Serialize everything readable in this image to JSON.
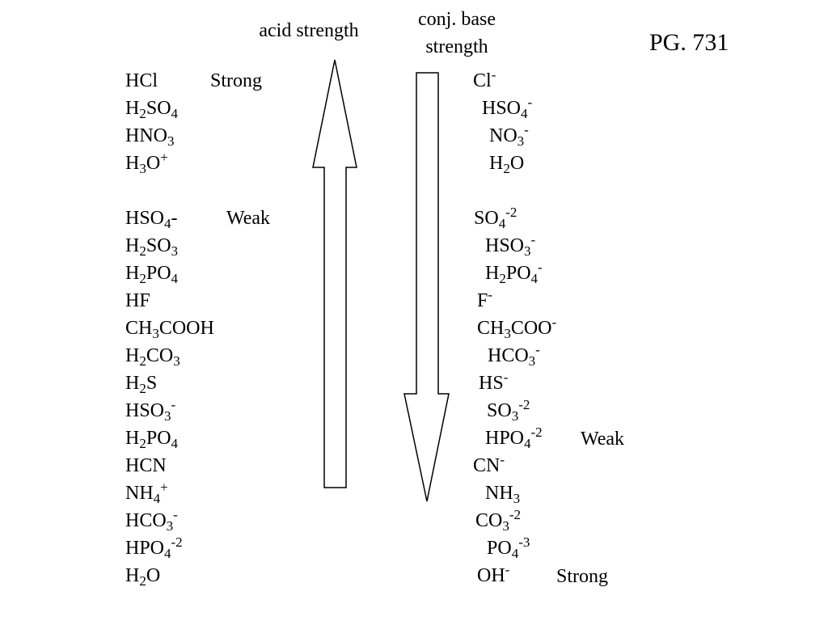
{
  "header": {
    "acid_label": "acid strength",
    "base_label_line1": "conj. base",
    "base_label_line2": "strength",
    "page_ref": "PG. 731"
  },
  "labels": {
    "acid_strong": "Strong",
    "acid_weak": "Weak",
    "base_weak": "Weak",
    "base_strong": "Strong"
  },
  "acids": [
    {
      "name": "hcl",
      "parts": [
        [
          "HCl",
          ""
        ]
      ]
    },
    {
      "name": "h2so4",
      "parts": [
        [
          "H",
          ""
        ],
        [
          "2",
          "sub"
        ],
        [
          "SO",
          ""
        ],
        [
          "4",
          "sub"
        ]
      ]
    },
    {
      "name": "hno3",
      "parts": [
        [
          "HNO",
          ""
        ],
        [
          "3",
          "sub"
        ]
      ]
    },
    {
      "name": "h3o-plus",
      "parts": [
        [
          "H",
          ""
        ],
        [
          "3",
          "sub"
        ],
        [
          "O",
          ""
        ],
        [
          "+",
          "sup"
        ]
      ]
    },
    {
      "name": "hso4-minus",
      "parts": [
        [
          "HSO",
          ""
        ],
        [
          "4",
          "sub"
        ],
        [
          "-",
          ""
        ]
      ]
    },
    {
      "name": "h2so3",
      "parts": [
        [
          "H",
          ""
        ],
        [
          "2",
          "sub"
        ],
        [
          "SO",
          ""
        ],
        [
          "3",
          "sub"
        ]
      ]
    },
    {
      "name": "h2po4",
      "parts": [
        [
          "H",
          ""
        ],
        [
          "2",
          "sub"
        ],
        [
          "PO",
          ""
        ],
        [
          "4",
          "sub"
        ]
      ]
    },
    {
      "name": "hf",
      "parts": [
        [
          "HF",
          ""
        ]
      ]
    },
    {
      "name": "ch3cooh",
      "parts": [
        [
          "CH",
          ""
        ],
        [
          "3",
          "sub"
        ],
        [
          "COOH",
          ""
        ]
      ]
    },
    {
      "name": "h2co3",
      "parts": [
        [
          "H",
          ""
        ],
        [
          "2",
          "sub"
        ],
        [
          "CO",
          ""
        ],
        [
          "3",
          "sub"
        ]
      ]
    },
    {
      "name": "h2s",
      "parts": [
        [
          "H",
          ""
        ],
        [
          "2",
          "sub"
        ],
        [
          "S",
          ""
        ]
      ]
    },
    {
      "name": "hso3-minus",
      "parts": [
        [
          "HSO",
          ""
        ],
        [
          "3",
          "sub"
        ],
        [
          "-",
          "sup"
        ]
      ]
    },
    {
      "name": "h2po4-second",
      "parts": [
        [
          "H",
          ""
        ],
        [
          "2",
          "sub"
        ],
        [
          "PO",
          ""
        ],
        [
          "4",
          "sub"
        ]
      ]
    },
    {
      "name": "hcn",
      "parts": [
        [
          "HCN",
          ""
        ]
      ]
    },
    {
      "name": "nh4-plus",
      "parts": [
        [
          "NH",
          ""
        ],
        [
          "4",
          "sub"
        ],
        [
          "+",
          "sup"
        ]
      ]
    },
    {
      "name": "hco3-minus",
      "parts": [
        [
          "HCO",
          ""
        ],
        [
          "3",
          "sub"
        ],
        [
          "-",
          "sup"
        ]
      ]
    },
    {
      "name": "hpo4-2minus",
      "parts": [
        [
          "HPO",
          ""
        ],
        [
          "4",
          "sub"
        ],
        [
          "-2",
          "sup"
        ]
      ]
    },
    {
      "name": "h2o",
      "parts": [
        [
          "H",
          ""
        ],
        [
          "2",
          "sub"
        ],
        [
          "O",
          ""
        ]
      ]
    }
  ],
  "bases": [
    {
      "name": "cl-minus",
      "parts": [
        [
          "Cl",
          ""
        ],
        [
          "-",
          "sup"
        ]
      ]
    },
    {
      "name": "hso4-minus",
      "parts": [
        [
          "HSO",
          ""
        ],
        [
          "4",
          "sub"
        ],
        [
          "-",
          "sup"
        ]
      ]
    },
    {
      "name": "no3-minus",
      "parts": [
        [
          "NO",
          ""
        ],
        [
          "3",
          "sub"
        ],
        [
          "-",
          "sup"
        ]
      ]
    },
    {
      "name": "h2o",
      "parts": [
        [
          "H",
          ""
        ],
        [
          "2",
          "sub"
        ],
        [
          "O",
          ""
        ]
      ]
    },
    {
      "name": "so4-2minus",
      "parts": [
        [
          "SO",
          ""
        ],
        [
          "4",
          "sub"
        ],
        [
          "-2",
          "sup"
        ]
      ]
    },
    {
      "name": "hso3-minus",
      "parts": [
        [
          "HSO",
          ""
        ],
        [
          "3",
          "sub"
        ],
        [
          "-",
          "sup"
        ]
      ]
    },
    {
      "name": "h2po4-minus",
      "parts": [
        [
          "H",
          ""
        ],
        [
          "2",
          "sub"
        ],
        [
          "PO",
          ""
        ],
        [
          "4",
          "sub"
        ],
        [
          "-",
          "sup"
        ]
      ]
    },
    {
      "name": "f-minus",
      "parts": [
        [
          "F",
          ""
        ],
        [
          "-",
          "sup"
        ]
      ]
    },
    {
      "name": "ch3coo-minus",
      "parts": [
        [
          "CH",
          ""
        ],
        [
          "3",
          "sub"
        ],
        [
          "COO",
          ""
        ],
        [
          "-",
          "sup"
        ]
      ]
    },
    {
      "name": "hco3-minus",
      "parts": [
        [
          "HCO",
          ""
        ],
        [
          "3",
          "sub"
        ],
        [
          "-",
          "sup"
        ]
      ]
    },
    {
      "name": "hs-minus",
      "parts": [
        [
          "HS",
          ""
        ],
        [
          "-",
          "sup"
        ]
      ]
    },
    {
      "name": "so3-2minus",
      "parts": [
        [
          "SO",
          ""
        ],
        [
          "3",
          "sub"
        ],
        [
          "-2",
          "sup"
        ]
      ]
    },
    {
      "name": "hpo4-2minus",
      "parts": [
        [
          "HPO",
          ""
        ],
        [
          "4",
          "sub"
        ],
        [
          "-2",
          "sup"
        ]
      ]
    },
    {
      "name": "cn-minus",
      "parts": [
        [
          "CN",
          ""
        ],
        [
          "-",
          "sup"
        ]
      ]
    },
    {
      "name": "nh3",
      "parts": [
        [
          "NH",
          ""
        ],
        [
          "3",
          "sub"
        ]
      ]
    },
    {
      "name": "co3-2minus",
      "parts": [
        [
          "CO",
          ""
        ],
        [
          "3",
          "sub"
        ],
        [
          "-2",
          "sup"
        ]
      ]
    },
    {
      "name": "po4-3minus",
      "parts": [
        [
          "PO",
          ""
        ],
        [
          "4",
          "sub"
        ],
        [
          "-3",
          "sup"
        ]
      ]
    },
    {
      "name": "oh-minus",
      "parts": [
        [
          "OH",
          ""
        ],
        [
          "-",
          "sup"
        ]
      ]
    }
  ]
}
